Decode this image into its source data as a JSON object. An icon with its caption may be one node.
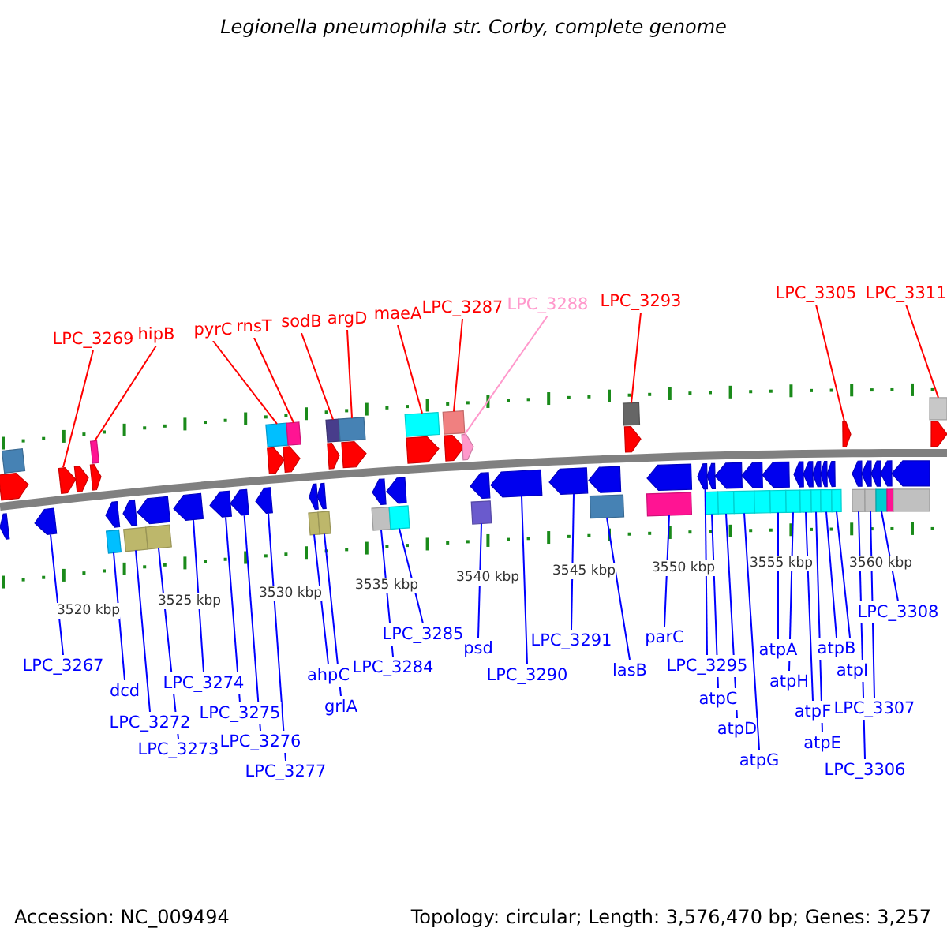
{
  "diagram": {
    "title": "Legionella pneumophila str. Corby, complete genome",
    "nodes": [
      {
        "text": [
          "LPC_3269"
        ]
      },
      {
        "text": [
          "hipB"
        ]
      },
      {
        "text": [
          "pyrC"
        ]
      },
      {
        "text": [
          "rnsT"
        ]
      },
      {
        "text": [
          "sodB"
        ]
      },
      {
        "text": [
          "argD"
        ]
      },
      {
        "text": [
          "maeA"
        ]
      },
      {
        "text": [
          "LPC_3287"
        ]
      },
      {
        "text": [
          "LPC_3288"
        ]
      },
      {
        "text": [
          "LPC_3293"
        ]
      },
      {
        "text": [
          "LPC_3305"
        ]
      },
      {
        "text": [
          "LPC_3311"
        ]
      },
      {
        "text": [
          "LPC_3267"
        ]
      },
      {
        "text": [
          "dcd"
        ]
      },
      {
        "text": [
          "LPC_3272"
        ]
      },
      {
        "text": [
          "LPC_3273"
        ]
      },
      {
        "text": [
          "LPC_3274"
        ]
      },
      {
        "text": [
          "LPC_3275"
        ]
      },
      {
        "text": [
          "LPC_3276"
        ]
      },
      {
        "text": [
          "LPC_3277"
        ]
      },
      {
        "text": [
          "ahpC"
        ]
      },
      {
        "text": [
          "grlA"
        ]
      },
      {
        "text": [
          "LPC_3284"
        ]
      },
      {
        "text": [
          "LPC_3285"
        ]
      },
      {
        "text": [
          "psd"
        ]
      },
      {
        "text": [
          "LPC_3290"
        ]
      },
      {
        "text": [
          "LPC_3291"
        ]
      },
      {
        "text": [
          "lasB"
        ]
      },
      {
        "text": [
          "parC"
        ]
      },
      {
        "text": [
          "LPC_3295"
        ]
      },
      {
        "text": [
          "atpC"
        ]
      },
      {
        "text": [
          "atpD"
        ]
      },
      {
        "text": [
          "atpG"
        ]
      },
      {
        "text": [
          "atpA"
        ]
      },
      {
        "text": [
          "atpH"
        ]
      },
      {
        "text": [
          "atpF"
        ]
      },
      {
        "text": [
          "atpE"
        ]
      },
      {
        "text": [
          "atpB"
        ]
      },
      {
        "text": [
          "atpI"
        ]
      },
      {
        "text": [
          "LPC_3307"
        ]
      },
      {
        "text": [
          "LPC_3306"
        ]
      },
      {
        "text": [
          "LPC_3308"
        ]
      },
      {
        "text": [],
        "shape": "arrow"
      },
      {
        "text": [],
        "shape": "arrow"
      },
      {
        "text": [],
        "shape": "arrow"
      },
      {
        "text": [],
        "shape": "arrow"
      },
      {
        "text": [],
        "shape": "arrow"
      },
      {
        "text": [],
        "shape": "arrow"
      },
      {
        "text": [],
        "shape": "arrow"
      },
      {
        "text": [],
        "shape": "arrow"
      },
      {
        "text": [],
        "shape": "arrow"
      },
      {
        "text": [],
        "shape": "arrow"
      },
      {
        "text": [],
        "shape": "arrow"
      },
      {
        "text": [],
        "shape": "arrow"
      },
      {
        "text": [],
        "shape": "arrow"
      },
      {
        "text": [],
        "shape": "arrow"
      },
      {
        "text": [],
        "shape": "box"
      },
      {
        "text": [],
        "shape": "box"
      },
      {
        "text": [],
        "shape": "box"
      },
      {
        "text": [],
        "shape": "box"
      },
      {
        "text": [],
        "shape": "box"
      },
      {
        "text": [],
        "shape": "box"
      },
      {
        "text": [],
        "shape": "box"
      },
      {
        "text": [],
        "shape": "box"
      },
      {
        "text": [],
        "shape": "box"
      },
      {
        "text": [],
        "shape": "box"
      },
      {
        "text": [],
        "shape": "arrow"
      },
      {
        "text": [],
        "shape": "arrow"
      },
      {
        "text": [],
        "shape": "arrow"
      },
      {
        "text": [],
        "shape": "arrow"
      },
      {
        "text": [],
        "shape": "arrow"
      },
      {
        "text": [],
        "shape": "arrow"
      },
      {
        "text": [],
        "shape": "arrow"
      },
      {
        "text": [],
        "shape": "arrow"
      },
      {
        "text": [],
        "shape": "arrow"
      },
      {
        "text": [],
        "shape": "arrow"
      },
      {
        "text": [],
        "shape": "arrow"
      },
      {
        "text": [],
        "shape": "arrow"
      },
      {
        "text": [],
        "shape": "arrow"
      },
      {
        "text": [],
        "shape": "arrow"
      },
      {
        "text": [],
        "shape": "arrow"
      },
      {
        "text": [],
        "shape": "arrow"
      },
      {
        "text": [],
        "shape": "arrow"
      },
      {
        "text": [],
        "shape": "arrow"
      },
      {
        "text": [],
        "shape": "arrow"
      },
      {
        "text": [],
        "shape": "arrow"
      },
      {
        "text": [],
        "shape": "arrow"
      },
      {
        "text": [],
        "shape": "arrow"
      },
      {
        "text": [],
        "shape": "arrow"
      },
      {
        "text": [],
        "shape": "arrow"
      },
      {
        "text": [],
        "shape": "arrow"
      },
      {
        "text": [],
        "shape": "arrow"
      },
      {
        "text": [],
        "shape": "arrow"
      },
      {
        "text": [],
        "shape": "arrow"
      },
      {
        "text": [],
        "shape": "arrow"
      },
      {
        "text": [],
        "shape": "arrow"
      },
      {
        "text": [],
        "shape": "arrow"
      },
      {
        "text": [],
        "shape": "arrow"
      },
      {
        "text": [],
        "shape": "arrow"
      },
      {
        "text": [],
        "shape": "box"
      },
      {
        "text": [],
        "shape": "box"
      },
      {
        "text": [],
        "shape": "box"
      },
      {
        "text": [],
        "shape": "box"
      },
      {
        "text": [],
        "shape": "box"
      },
      {
        "text": [],
        "shape": "box"
      },
      {
        "text": [],
        "shape": "box"
      },
      {
        "text": [],
        "shape": "box"
      },
      {
        "text": [],
        "shape": "box"
      },
      {
        "text": [],
        "shape": "box"
      },
      {
        "text": [],
        "shape": "box"
      },
      {
        "text": [],
        "shape": "box"
      },
      {
        "text": [],
        "shape": "box"
      },
      {
        "text": [],
        "shape": "box"
      },
      {
        "text": [],
        "shape": "box"
      },
      {
        "text": [],
        "shape": "box"
      },
      {
        "text": [],
        "shape": "box"
      },
      {
        "text": [],
        "shape": "box"
      },
      {
        "text": [],
        "shape": "box"
      },
      {
        "text": [],
        "shape": "box"
      },
      {
        "text": [],
        "shape": "box"
      },
      {
        "text": [],
        "shape": "box"
      },
      {
        "text": [],
        "shape": "box"
      },
      {
        "text": [],
        "shape": "box"
      },
      {
        "text": [],
        "shape": "box"
      }
    ],
    "edges": [
      {
        "from": 0,
        "to": 43,
        "arrow": "none",
        "color": "#ff0000"
      },
      {
        "from": 1,
        "to": 57,
        "arrow": "none",
        "color": "#ff0000"
      },
      {
        "from": 2,
        "to": 58,
        "arrow": "none",
        "color": "#ff0000"
      },
      {
        "from": 3,
        "to": 59,
        "arrow": "none",
        "color": "#ff0000"
      },
      {
        "from": 4,
        "to": 60,
        "arrow": "none",
        "color": "#ff0000"
      },
      {
        "from": 5,
        "to": 61,
        "arrow": "none",
        "color": "#ff0000"
      },
      {
        "from": 6,
        "to": 62,
        "arrow": "none",
        "color": "#ff0000"
      },
      {
        "from": 7,
        "to": 63,
        "arrow": "none",
        "color": "#ff0000"
      },
      {
        "from": 8,
        "to": 52,
        "arrow": "none",
        "color": "#ff99cc"
      },
      {
        "from": 9,
        "to": 64,
        "arrow": "none",
        "color": "#ff0000"
      },
      {
        "from": 10,
        "to": 54,
        "arrow": "none",
        "color": "#ff0000"
      },
      {
        "from": 11,
        "to": 65,
        "arrow": "none",
        "color": "#ff0000"
      },
      {
        "from": 12,
        "to": 67,
        "arrow": "none"
      },
      {
        "from": 13,
        "to": 99,
        "arrow": "none"
      },
      {
        "from": 14,
        "to": 100,
        "arrow": "none"
      },
      {
        "from": 15,
        "to": 101,
        "arrow": "none"
      },
      {
        "from": 16,
        "to": 71,
        "arrow": "none"
      },
      {
        "from": 17,
        "to": 72,
        "arrow": "none"
      },
      {
        "from": 18,
        "to": 73,
        "arrow": "none"
      },
      {
        "from": 19,
        "to": 74,
        "arrow": "none"
      },
      {
        "from": 20,
        "to": 102,
        "arrow": "none"
      },
      {
        "from": 21,
        "to": 103,
        "arrow": "none"
      },
      {
        "from": 22,
        "to": 104,
        "arrow": "none"
      },
      {
        "from": 23,
        "to": 105,
        "arrow": "none"
      },
      {
        "from": 24,
        "to": 106,
        "arrow": "none"
      },
      {
        "from": 25,
        "to": 80,
        "arrow": "none"
      },
      {
        "from": 26,
        "to": 81,
        "arrow": "none"
      },
      {
        "from": 27,
        "to": 107,
        "arrow": "none"
      },
      {
        "from": 28,
        "to": 108,
        "arrow": "none"
      },
      {
        "from": 29,
        "to": 84,
        "arrow": "none"
      },
      {
        "from": 30,
        "to": 109,
        "arrow": "none"
      },
      {
        "from": 31,
        "to": 110,
        "arrow": "none"
      },
      {
        "from": 32,
        "to": 111,
        "arrow": "none"
      },
      {
        "from": 33,
        "to": 113,
        "arrow": "none"
      },
      {
        "from": 34,
        "to": 114,
        "arrow": "none"
      },
      {
        "from": 35,
        "to": 115,
        "arrow": "none"
      },
      {
        "from": 36,
        "to": 116,
        "arrow": "none"
      },
      {
        "from": 37,
        "to": 117,
        "arrow": "none"
      },
      {
        "from": 38,
        "to": 118,
        "arrow": "none"
      },
      {
        "from": 39,
        "to": 120,
        "arrow": "none"
      },
      {
        "from": 40,
        "to": 119,
        "arrow": "none"
      },
      {
        "from": 41,
        "to": 121,
        "arrow": "none"
      }
    ],
    "labels": [
      "3520 kbp",
      "3525 kbp",
      "3530 kbp",
      "3535 kbp",
      "3540 kbp",
      "3545 kbp",
      "3550 kbp",
      "3555 kbp",
      "3560 kbp",
      "Accession: NC_009494",
      "Topology: circular; Length: 3,576,470 bp; Genes: 3,257"
    ]
  }
}
